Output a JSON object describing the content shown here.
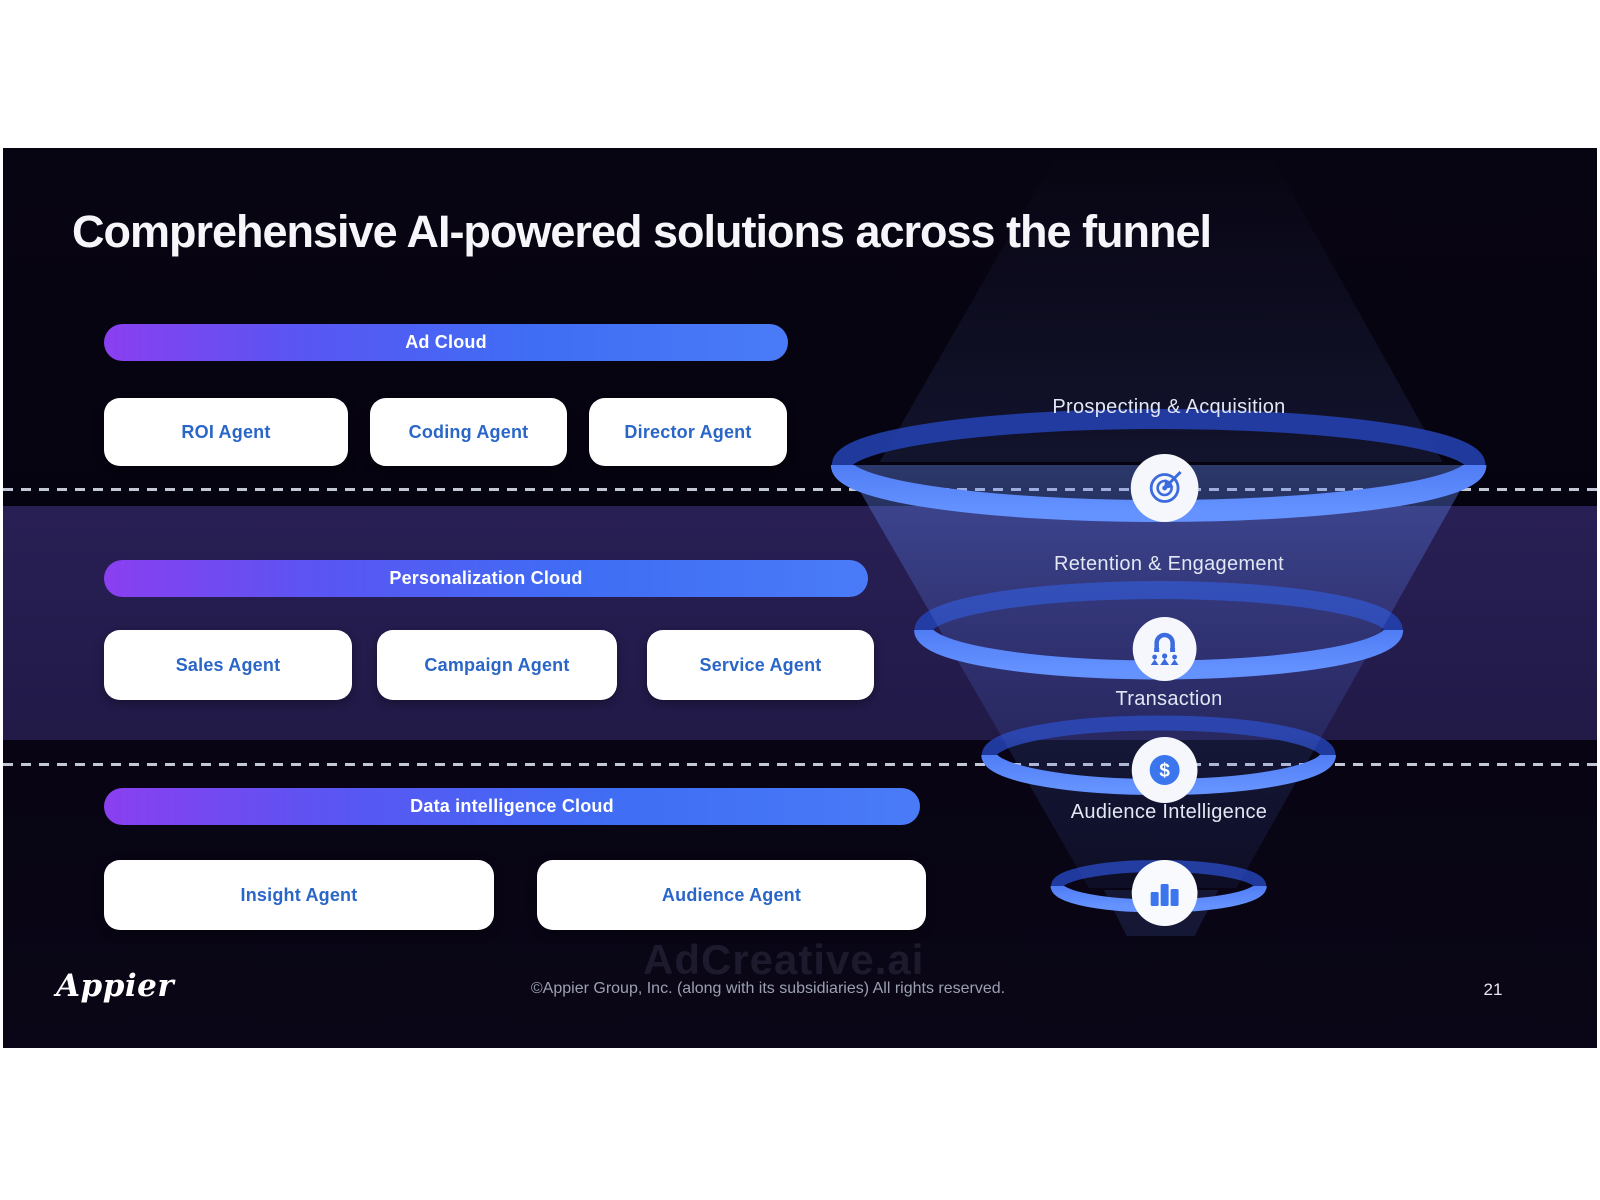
{
  "slide": {
    "title": "Comprehensive AI-powered solutions across the funnel",
    "page_number": "21"
  },
  "sections": [
    {
      "header": "Ad Cloud",
      "agents": [
        "ROI Agent",
        "Coding Agent",
        "Director Agent"
      ]
    },
    {
      "header": "Personalization Cloud",
      "agents": [
        "Sales Agent",
        "Campaign Agent",
        "Service Agent"
      ]
    },
    {
      "header": "Data intelligence Cloud",
      "agents": [
        "Insight Agent",
        "Audience Agent"
      ]
    }
  ],
  "funnel": {
    "stages": [
      {
        "label": "Prospecting & Acquisition",
        "icon": "target-icon"
      },
      {
        "label": "Retention & Engagement",
        "icon": "people-magnet-icon"
      },
      {
        "label": "Transaction",
        "icon": "dollar-coin-icon"
      },
      {
        "label": "Audience Intelligence",
        "icon": "bar-chart-icon"
      }
    ],
    "dollar_glyph": "$"
  },
  "footer": {
    "logo_text": "Appier",
    "copyright": "©Appier Group, Inc. (along with its subsidiaries) All rights reserved."
  },
  "watermark": "AdCreative.ai",
  "colors": {
    "slide_bg": "#07040f",
    "band_bg": "#251d4e",
    "bar_gradient_start": "#8a3ff0",
    "bar_gradient_end": "#3f6df4",
    "card_text_blue": "#2a66c8",
    "funnel_blue": "#3e6cf2",
    "white": "#ffffff"
  }
}
